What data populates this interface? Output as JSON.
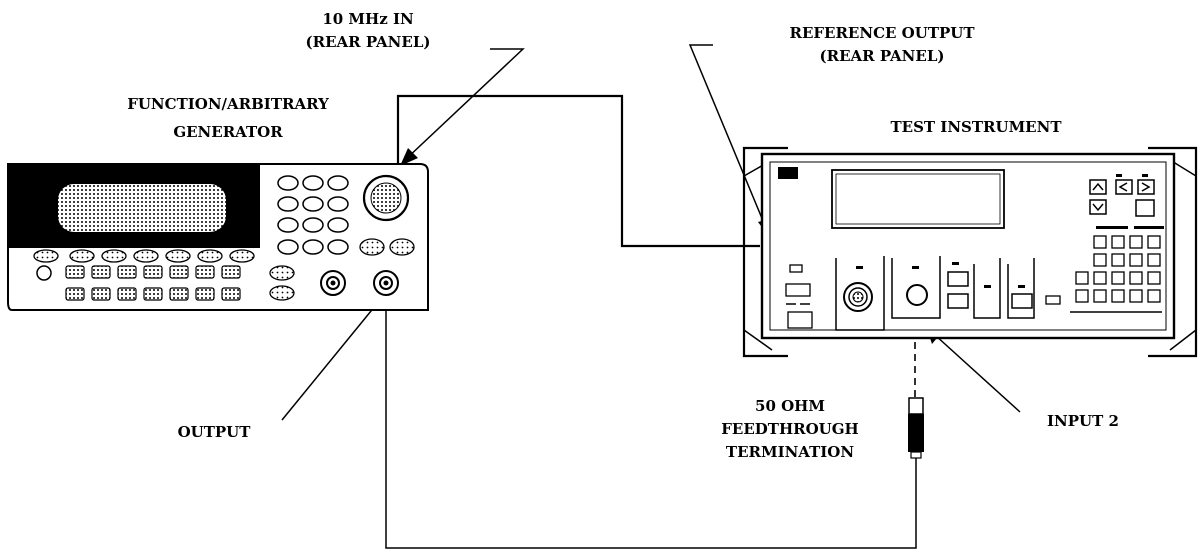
{
  "labels": {
    "ref_in_line1": "10 MHz IN",
    "ref_in_line2": "(REAR PANEL)",
    "ref_out_line1": "REFERENCE OUTPUT",
    "ref_out_line2": "(REAR PANEL)",
    "generator_line1": "FUNCTION/ARBITRARY",
    "generator_line2": "GENERATOR",
    "test_instrument": "TEST INSTRUMENT",
    "output": "OUTPUT",
    "input2": "INPUT 2",
    "feedthrough_line1": "50 OHM",
    "feedthrough_line2": "FEEDTHROUGH",
    "feedthrough_line3": "TERMINATION"
  },
  "icons": [
    "generator-instrument",
    "test-instrument",
    "bnc-connector",
    "feedthrough-termination"
  ]
}
